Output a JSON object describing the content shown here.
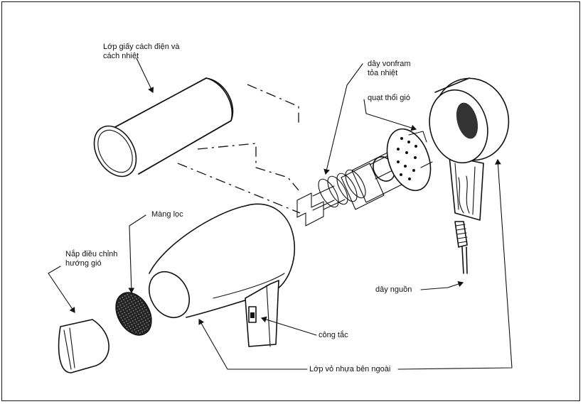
{
  "labels": {
    "insulation": [
      "Lớp giấy cách điện và",
      "cách nhiệt"
    ],
    "tungsten": [
      "dây vonfram",
      "tỏa nhiệt"
    ],
    "fan": "quạt thổi gió",
    "filter": "Màng lọc",
    "nozzle": [
      "Nắp điều chỉnh",
      "hướng gió"
    ],
    "cord": "dây nguồn",
    "switch": "công tắc",
    "shell": "Lớp vỏ nhựa bên ngoài"
  }
}
